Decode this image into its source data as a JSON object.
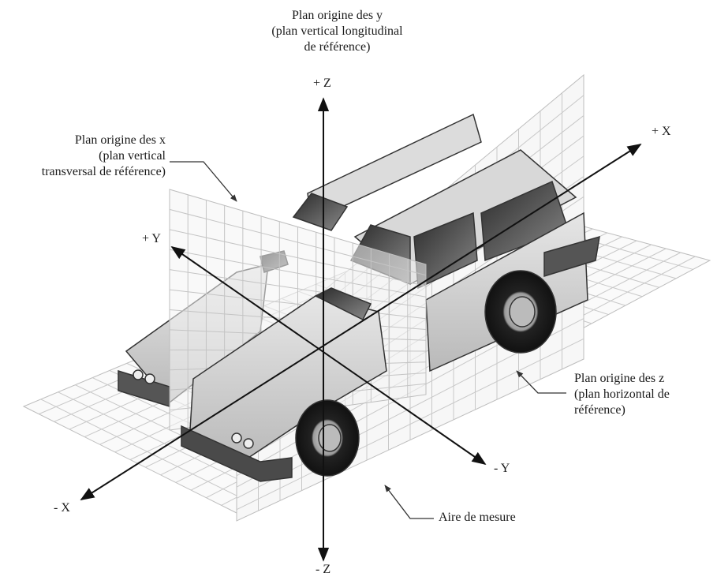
{
  "labels": {
    "plane_y": [
      "Plan origine des y",
      "(plan vertical longitudinal",
      "de référence)"
    ],
    "plane_x": [
      "Plan origine des x",
      "(plan vertical",
      "transversal de référence)"
    ],
    "plane_z": [
      "Plan origine des z",
      "(plan horizontal de",
      "référence)"
    ],
    "measure_area": "Aire de mesure"
  },
  "axes": {
    "pos_z": "+ Z",
    "neg_z": "- Z",
    "pos_x": "+ X",
    "neg_x": "- X",
    "pos_y": "+ Y",
    "neg_y": "- Y"
  }
}
